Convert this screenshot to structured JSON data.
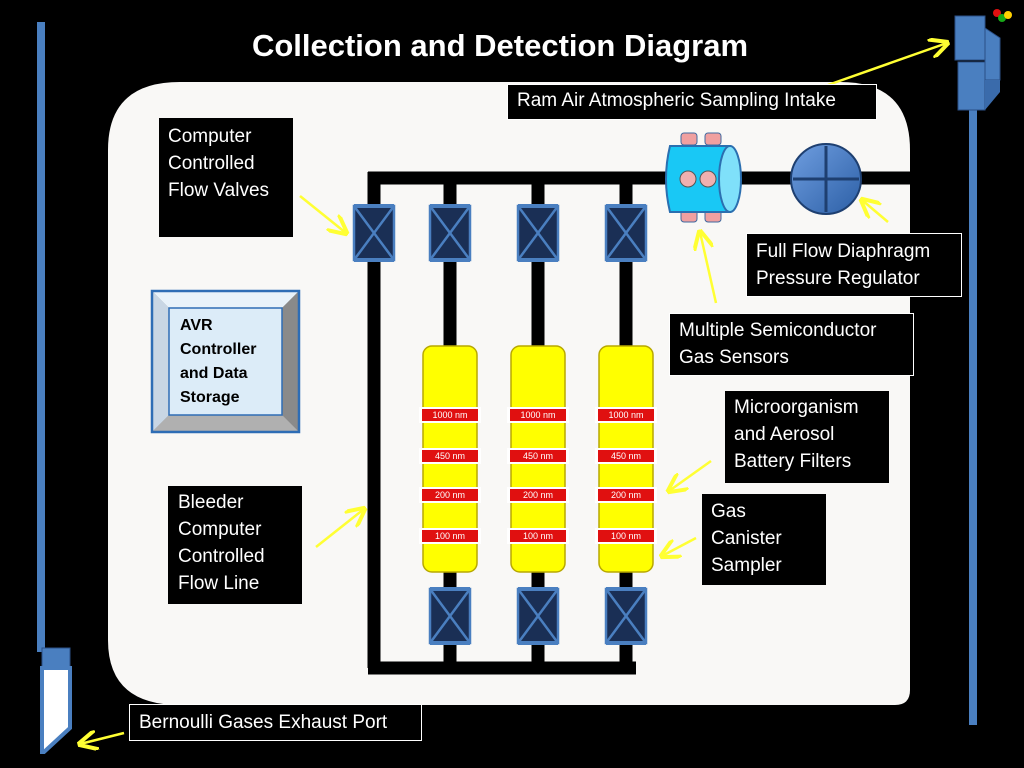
{
  "title": "Collection and Detection Diagram",
  "labels": {
    "intake": "Ram Air Atmospheric Sampling Intake",
    "valves": "Computer\nControlled\nFlow Valves",
    "regulator": "Full Flow Diaphragm\nPressure Regulator",
    "sensors": "Multiple Semiconductor\n Gas Sensors",
    "avr": "AVR\nController\nand Data\nStorage",
    "filters": "Microorganism\nand Aerosol\nBattery Filters",
    "canister": "Gas\nCanister\nSampler",
    "bleeder": "Bleeder\nComputer\nControlled\nFlow Line",
    "exhaust": "Bernoulli  Gases Exhaust Port"
  },
  "canisters": [
    {
      "filters": [
        "1000 nm",
        "450 nm",
        "200 nm",
        "100 nm"
      ]
    },
    {
      "filters": [
        "1000 nm",
        "450 nm",
        "200 nm",
        "100 nm"
      ]
    },
    {
      "filters": [
        "1000 nm",
        "450 nm",
        "200 nm",
        "100 nm"
      ]
    }
  ],
  "colors": {
    "background": "#000000",
    "panel": "#f9f8f6",
    "pipe": "#000000",
    "canister": "#ffff00",
    "filter_band": "#e01010",
    "arrow": "#ffff33",
    "tube_blue": "#4a7fc0",
    "sensor_cyan": "#19c8f5",
    "avr_fill": "#dcecf8"
  }
}
